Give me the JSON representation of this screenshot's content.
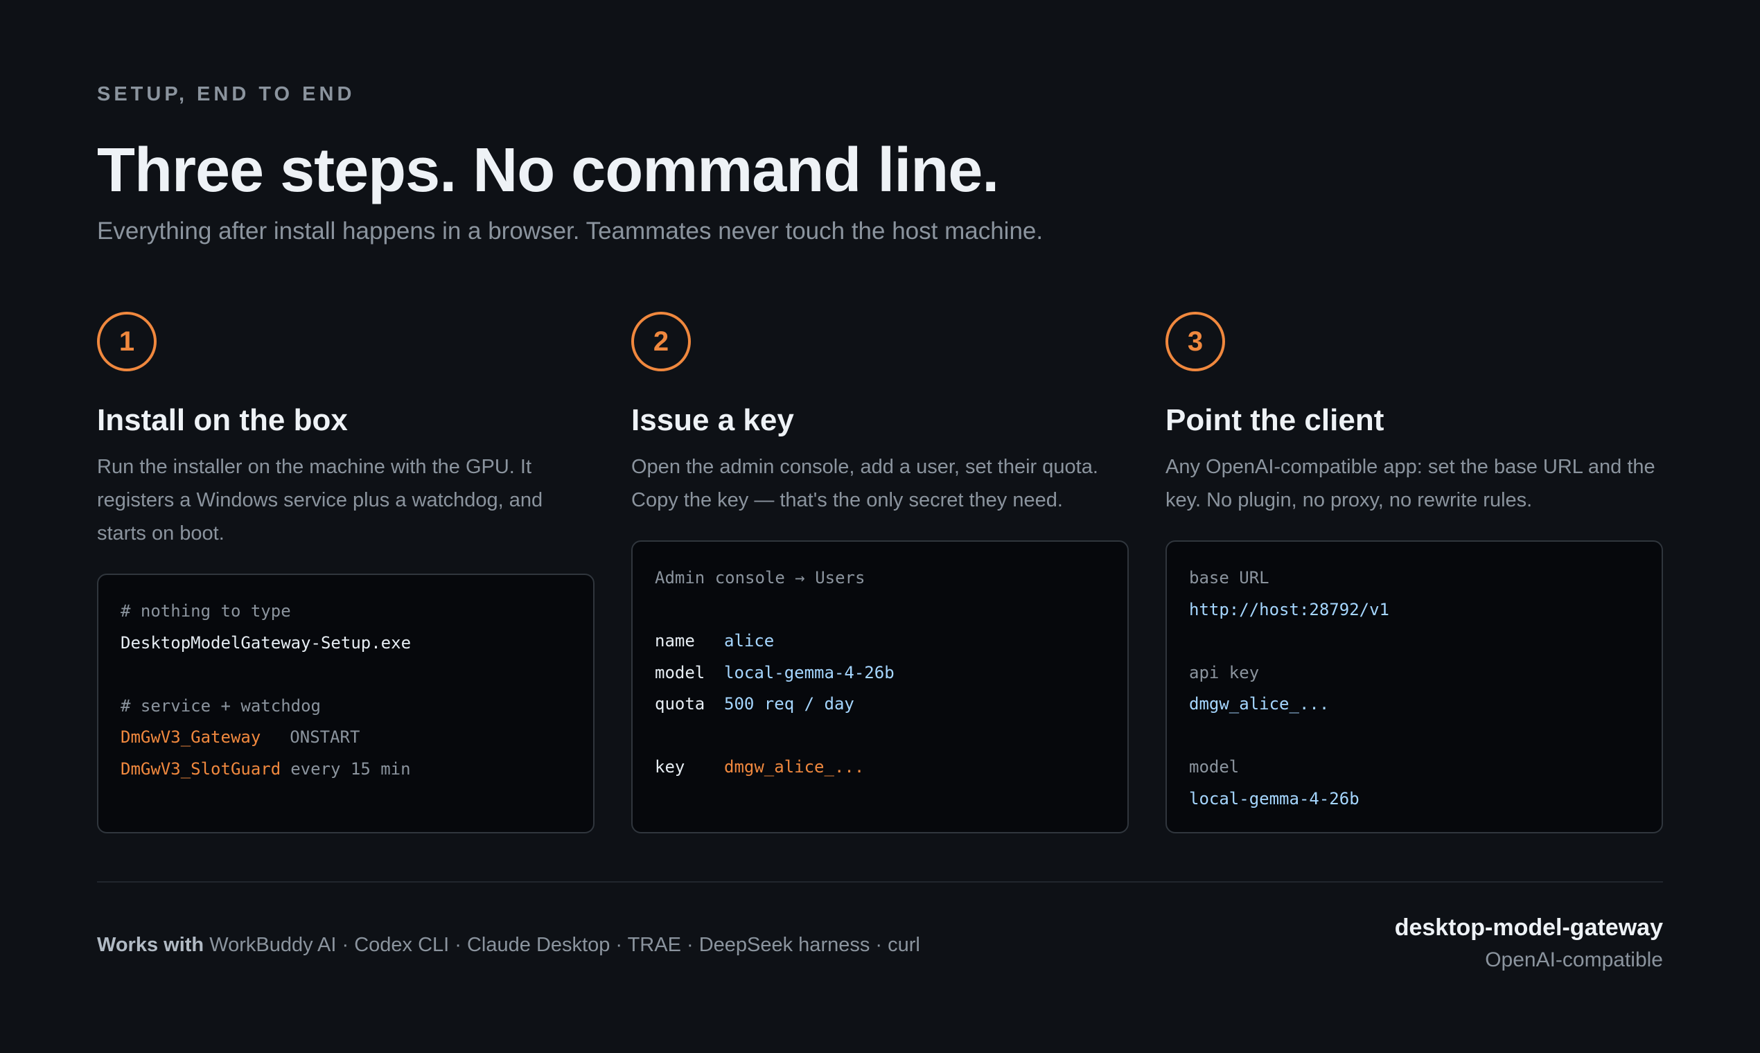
{
  "header": {
    "eyebrow": "SETUP, END TO END",
    "title": "Three steps. No command line.",
    "subtitle": "Everything after install happens in a browser. Teammates never touch the host machine."
  },
  "steps": [
    {
      "number": "1",
      "title": "Install on the box",
      "description": "Run the installer on the machine with the GPU. It registers a Windows service plus a watchdog, and starts on boot.",
      "code": {
        "comment_1": "# nothing to type",
        "installer": "DesktopModelGateway-Setup.exe",
        "comment_2": "# service + watchdog",
        "service_1_name": "DmGwV3_Gateway",
        "service_1_mode": "ONSTART",
        "service_2_name": "DmGwV3_SlotGuard",
        "service_2_mode": "every 15 min"
      }
    },
    {
      "number": "2",
      "title": "Issue a key",
      "description": "Open the admin console, add a user, set their quota. Copy the key — that's the only secret they need.",
      "code": {
        "header": "Admin console → Users",
        "name_label": "name",
        "name_value": "alice",
        "model_label": "model",
        "model_value": "local-gemma-4-26b",
        "quota_label": "quota",
        "quota_value": "500 req / day",
        "key_label": "key",
        "key_value": "dmgw_alice_..."
      }
    },
    {
      "number": "3",
      "title": "Point the client",
      "description": "Any OpenAI-compatible app: set the base URL and the key. No plugin, no proxy, no rewrite rules.",
      "code": {
        "base_url_label": "base URL",
        "base_url_value": "http://host:28792/v1",
        "api_key_label": "api key",
        "api_key_value": "dmgw_alice_...",
        "model_label": "model",
        "model_value": "local-gemma-4-26b"
      }
    }
  ],
  "footer": {
    "works_with_label": "Works with",
    "works_with_list": "WorkBuddy AI · Codex CLI · Claude Desktop · TRAE · DeepSeek harness · curl",
    "brand_name": "desktop-model-gateway",
    "brand_tag": "OpenAI-compatible"
  },
  "colors": {
    "background": "#0e1116",
    "accent": "#f0883e",
    "code_value": "#a5d6ff",
    "muted": "#8b949e"
  }
}
